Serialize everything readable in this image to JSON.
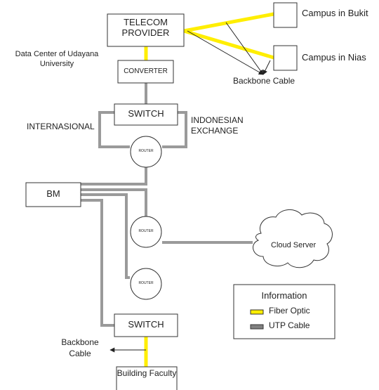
{
  "nodes": {
    "telecom_provider": "TELECOM PROVIDER",
    "campus_bukit": "Campus in Bukit",
    "campus_nias": "Campus in Nias",
    "converter": "CONVERTER",
    "switch_top": "SWITCH",
    "router_top": "ROUTER",
    "bm": "BM",
    "router_mid": "ROUTER",
    "router_low": "ROUTER",
    "cloud_server": "Cloud Server",
    "switch_bottom": "SWITCH",
    "building_faculty": "Building Faculty"
  },
  "labels": {
    "data_center": "Data Center of Udayana University",
    "backbone_top": "Backbone Cable",
    "internasional": "INTERNASIONAL",
    "indonesian_exchange": "INDONESIAN EXCHANGE",
    "backbone_bottom": "Backbone Cable"
  },
  "legend": {
    "title": "Information",
    "items": [
      {
        "label": "Fiber Optic",
        "color": "#ffee00"
      },
      {
        "label": "UTP Cable",
        "color": "#808080"
      }
    ]
  },
  "colors": {
    "fiber": "#ffee00",
    "utp": "#9a9a9a",
    "border": "#333333"
  }
}
